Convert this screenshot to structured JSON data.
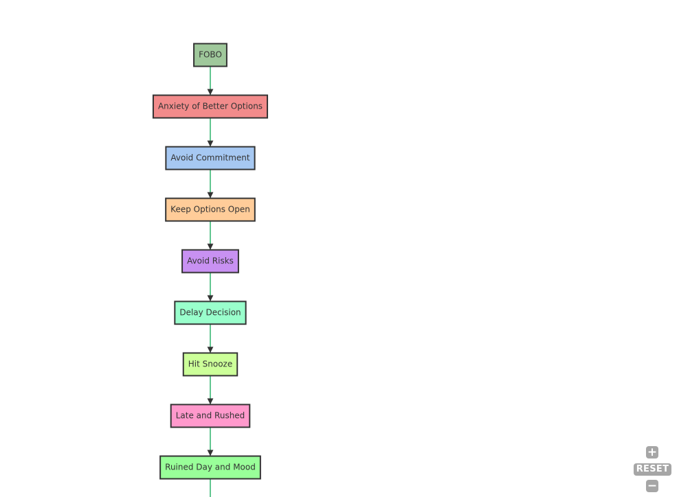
{
  "diagram": {
    "nodes": [
      {
        "id": "fobo",
        "label": "FOBO",
        "fill": "#9fc89b"
      },
      {
        "id": "anxiety",
        "label": "Anxiety of Better Options",
        "fill": "#f28b8b"
      },
      {
        "id": "avoid-commitment",
        "label": "Avoid Commitment",
        "fill": "#a6c8f2"
      },
      {
        "id": "keep-options-open",
        "label": "Keep Options Open",
        "fill": "#ffcc99"
      },
      {
        "id": "avoid-risks",
        "label": "Avoid Risks",
        "fill": "#c891f2"
      },
      {
        "id": "delay-decision",
        "label": "Delay Decision",
        "fill": "#99ffcc"
      },
      {
        "id": "hit-snooze",
        "label": "Hit Snooze",
        "fill": "#ccff99"
      },
      {
        "id": "late-and-rushed",
        "label": "Late and Rushed",
        "fill": "#ff99cc"
      },
      {
        "id": "ruined-day",
        "label": "Ruined Day and Mood",
        "fill": "#99ff99"
      }
    ],
    "edge_color": "#2ab36b"
  },
  "controls": {
    "zoom_in_label": "+",
    "reset_label": "RESET",
    "zoom_out_label": "−"
  }
}
